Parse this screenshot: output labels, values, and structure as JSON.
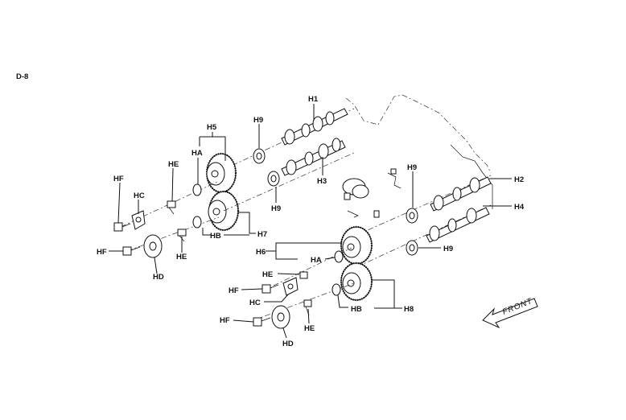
{
  "page_id": "D-8",
  "front_text": "FRONT",
  "labels": {
    "h1": "H1",
    "h2": "H2",
    "h3": "H3",
    "h4": "H4",
    "h5": "H5",
    "h6": "H6",
    "h7": "H7",
    "h8": "H8",
    "h9_top": "H9",
    "h9_mid": "H9",
    "h9_right_top": "H9",
    "h9_right": "H9",
    "ha_top": "HA",
    "ha_bottom": "HA",
    "hb_top": "HB",
    "hb_bottom": "HB",
    "hc_top": "HC",
    "hc_bottom": "HC",
    "hd_top": "HD",
    "hd_bottom": "HD",
    "he_1": "HE",
    "he_2": "HE",
    "he_3": "HE",
    "he_4": "HE",
    "hf_1": "HF",
    "hf_2": "HF",
    "hf_3": "HF",
    "hf_4": "HF"
  },
  "icons": {
    "front_arrow": "front-arrow-icon"
  }
}
